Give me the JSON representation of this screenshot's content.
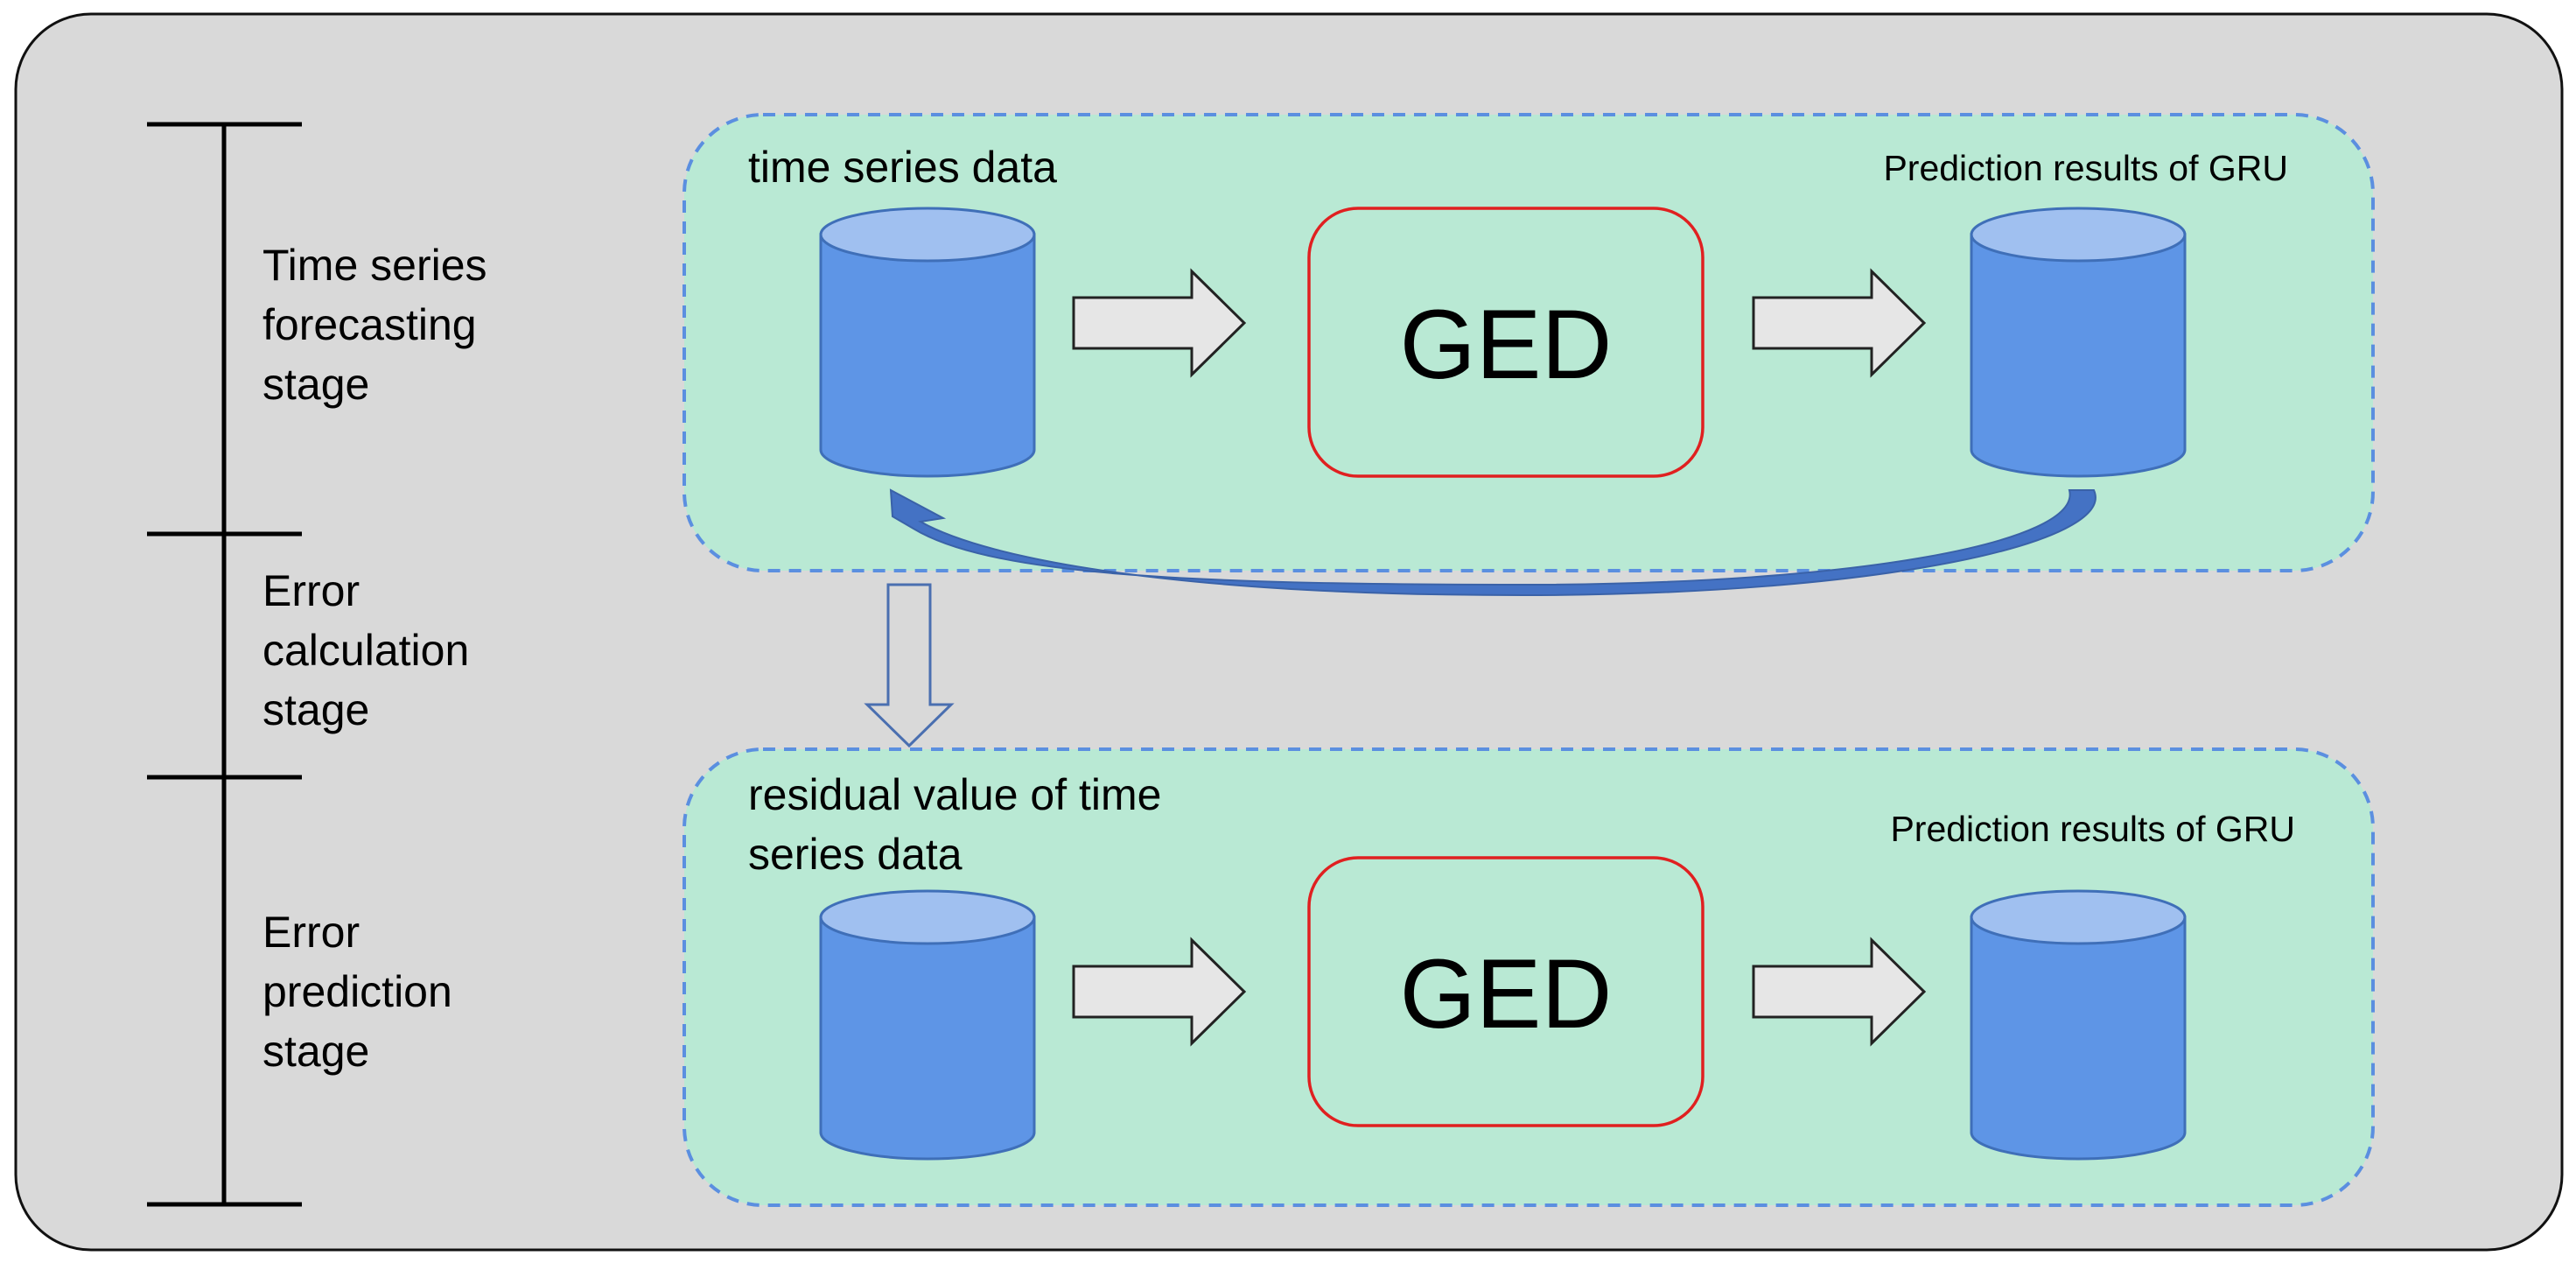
{
  "colors": {
    "background": "#d9d9d9",
    "panel_fill": "#b9e9d4",
    "panel_border": "#5b8fe0",
    "cylinder_body": "#5e95e6",
    "cylinder_top": "#a0c0f0",
    "cylinder_edge": "#3f6fb8",
    "model_border": "#e02020",
    "arrow_fill": "#e6e6e6",
    "feedback_arrow": "#4472c4"
  },
  "stages": [
    {
      "lines": [
        "Time series",
        "forecasting",
        "stage"
      ]
    },
    {
      "lines": [
        "Error",
        "calculation",
        "stage"
      ]
    },
    {
      "lines": [
        "Error",
        "prediction",
        "stage"
      ]
    }
  ],
  "panels": [
    {
      "input_title_lines": [
        "time series data"
      ],
      "model_label": "GED",
      "output_title": "Prediction results of GRU"
    },
    {
      "input_title_lines": [
        "residual value of time",
        "series data"
      ],
      "model_label": "GED",
      "output_title": "Prediction results of GRU"
    }
  ]
}
